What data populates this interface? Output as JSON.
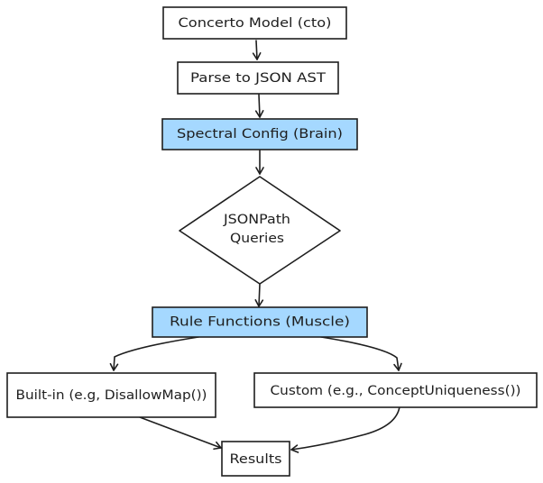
{
  "diagram": {
    "colors": {
      "stroke": "#1e1e1e",
      "node_fill": "#ffffff",
      "highlight_fill": "#a5d8ff",
      "background": "#ffffff"
    },
    "nodes": {
      "model": {
        "label": "Concerto Model (cto)"
      },
      "parse": {
        "label": "Parse to JSON AST"
      },
      "config": {
        "label": "Spectral Config (Brain)"
      },
      "queries": {
        "line1": "JSONPath",
        "line2": "Queries"
      },
      "rules": {
        "label": "Rule Functions (Muscle)"
      },
      "builtin": {
        "label": "Built-in (e.g, DisallowMap())"
      },
      "custom": {
        "label": "Custom (e.g., ConceptUniqueness())"
      },
      "results": {
        "label": "Results"
      }
    }
  }
}
